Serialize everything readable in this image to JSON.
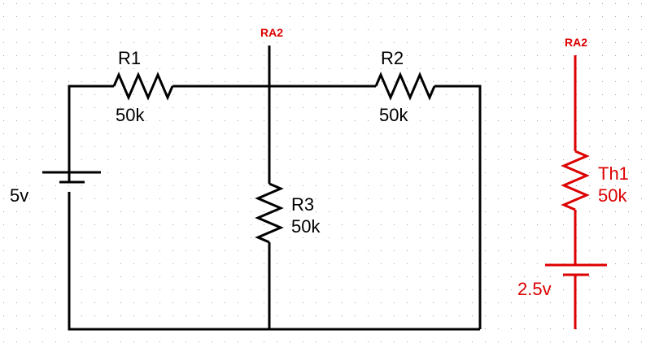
{
  "colors": {
    "background": "#ffffff",
    "grid_dot": "#a0a0a0",
    "wire": "#000000",
    "thevenin": "#dd0000"
  },
  "circuit": {
    "source": {
      "label": "5v"
    },
    "r1": {
      "name": "R1",
      "value": "50k"
    },
    "r2": {
      "name": "R2",
      "value": "50k"
    },
    "r3": {
      "name": "R3",
      "value": "50k"
    },
    "node": {
      "label": "RA2"
    }
  },
  "thevenin": {
    "node": {
      "label": "RA2"
    },
    "resistor": {
      "name": "Th1",
      "value": "50k"
    },
    "source": {
      "label": "2.5v"
    }
  }
}
